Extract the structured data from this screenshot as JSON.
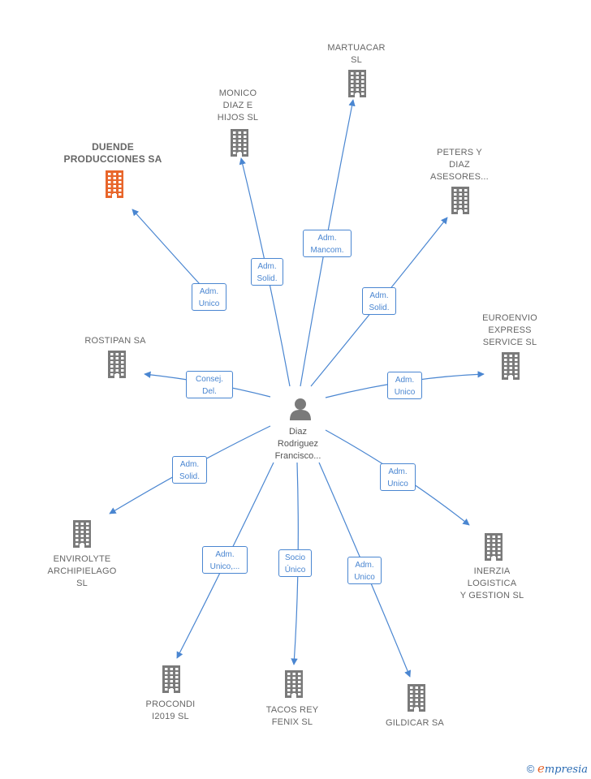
{
  "center": {
    "label": "Diaz\nRodriguez\nFrancisco..."
  },
  "colors": {
    "edge": "#4a86d1",
    "building": "#7a7a7a",
    "building_main": "#e8662b",
    "label": "#666666"
  },
  "nodes": [
    {
      "id": "duende",
      "label": "DUENDE\nPRODUCCIONES SA",
      "main": true,
      "relation": "Adm.\nUnico"
    },
    {
      "id": "monico",
      "label": "MONICO\nDIAZ E\nHIJOS  SL",
      "relation": "Adm.\nSolid."
    },
    {
      "id": "martuacar",
      "label": "MARTUACAR\nSL",
      "relation": "Adm.\nMancom."
    },
    {
      "id": "peters",
      "label": "PETERS Y\nDIAZ\nASESORES...",
      "relation": "Adm.\nSolid."
    },
    {
      "id": "euroenvio",
      "label": "EUROENVIO\nEXPRESS\nSERVICE SL",
      "relation": "Adm.\nUnico"
    },
    {
      "id": "rostipan",
      "label": "ROSTIPAN SA",
      "relation": "Consej.\nDel."
    },
    {
      "id": "envirolyte",
      "label": "ENVIROLYTE\nARCHIPIELAGO\nSL",
      "relation": "Adm.\nSolid."
    },
    {
      "id": "inerzia",
      "label": "INERZIA\nLOGISTICA\nY GESTION  SL",
      "relation": "Adm.\nUnico"
    },
    {
      "id": "procondi",
      "label": "PROCONDI\nI2019  SL",
      "relation": "Adm.\nUnico,..."
    },
    {
      "id": "tacos",
      "label": "TACOS REY\nFENIX  SL",
      "relation": "Socio\nÚnico"
    },
    {
      "id": "gildicar",
      "label": "GILDICAR SA",
      "relation": "Adm.\nUnico"
    }
  ],
  "footer": {
    "copyright": "©",
    "brand_e": "e",
    "brand_rest": "mpresia"
  }
}
